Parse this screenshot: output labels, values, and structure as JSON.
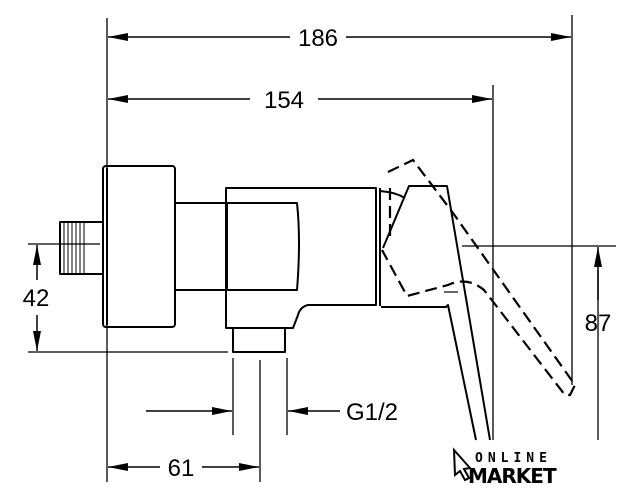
{
  "dimensions": {
    "overall_length": "186",
    "to_wall_length": "154",
    "inlet_height": "42",
    "handle_height": "87",
    "outlet_offset": "61",
    "thread": "G1/2"
  },
  "logo": {
    "line1": "ONLINE",
    "line2": "MARKET"
  },
  "colors": {
    "ink": "#000000",
    "background": "#ffffff"
  }
}
